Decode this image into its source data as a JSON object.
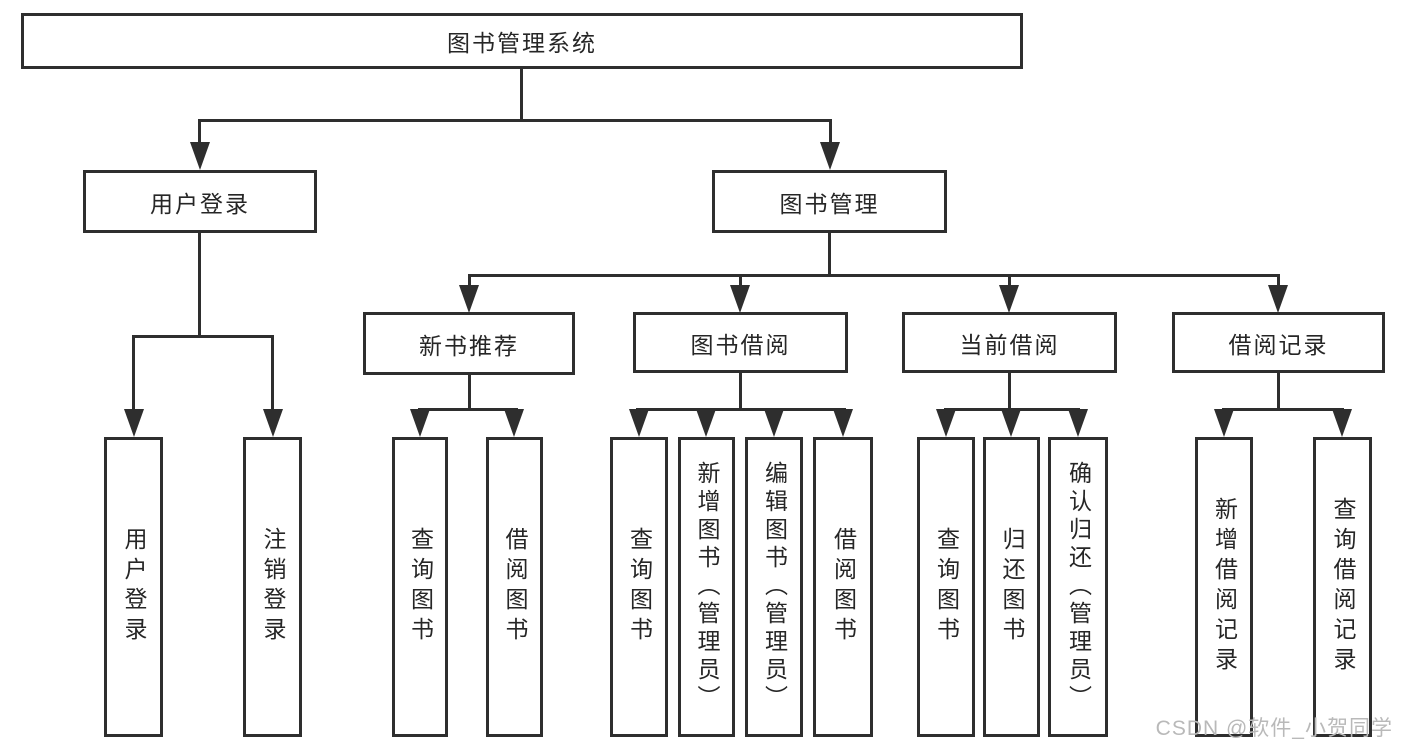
{
  "tree": {
    "root": {
      "label": "图书管理系统"
    },
    "level2": [
      {
        "label": "用户登录",
        "children": [
          {
            "label": "用户登录"
          },
          {
            "label": "注销登录"
          }
        ]
      },
      {
        "label": "图书管理",
        "children": [
          {
            "label": "新书推荐",
            "children": [
              {
                "label": "查询图书"
              },
              {
                "label": "借阅图书"
              }
            ]
          },
          {
            "label": "图书借阅",
            "children": [
              {
                "label": "查询图书"
              },
              {
                "label": "新增图书（管理员）"
              },
              {
                "label": "编辑图书（管理员）"
              },
              {
                "label": "借阅图书"
              }
            ]
          },
          {
            "label": "当前借阅",
            "children": [
              {
                "label": "查询图书"
              },
              {
                "label": "归还图书"
              },
              {
                "label": "确认归还（管理员）"
              }
            ]
          },
          {
            "label": "借阅记录",
            "children": [
              {
                "label": "新增借阅记录"
              },
              {
                "label": "查询借阅记录"
              }
            ]
          }
        ]
      }
    ]
  },
  "watermark": {
    "text": "CSDN @软件_小贺同学"
  },
  "colors": {
    "line": "#2e2e2e",
    "text": "#262626",
    "watermark": "#b9b9b9",
    "background": "#ffffff"
  }
}
